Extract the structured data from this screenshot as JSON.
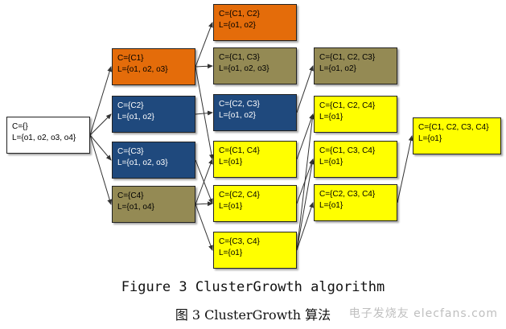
{
  "colors": {
    "empty": "#ffffff",
    "orange": "#e46c0a",
    "blue": "#1f497d",
    "olive": "#948a54",
    "yellow": "#ffff00"
  },
  "nodes": [
    {
      "id": "root",
      "c": "C={}",
      "l": "L={o1, o2, o3, o4}",
      "color": "empty"
    },
    {
      "id": "c1",
      "c": "C={C1}",
      "l": "L={o1, o2, o3}",
      "color": "orange"
    },
    {
      "id": "c2",
      "c": "C={C2}",
      "l": "L={o1, o2}",
      "color": "blue"
    },
    {
      "id": "c3",
      "c": "C={C3}",
      "l": "L={o1, o2, o3}",
      "color": "blue"
    },
    {
      "id": "c4",
      "c": "C={C4}",
      "l": "L={o1, o4}",
      "color": "olive"
    },
    {
      "id": "c12",
      "c": "C={C1, C2}",
      "l": "L={o1, o2}",
      "color": "orange"
    },
    {
      "id": "c13",
      "c": "C={C1, C3}",
      "l": "L={o1, o2, o3}",
      "color": "olive"
    },
    {
      "id": "c23",
      "c": "C={C2, C3}",
      "l": "L={o1, o2}",
      "color": "blue"
    },
    {
      "id": "c14",
      "c": "C={C1, C4}",
      "l": "L={o1}",
      "color": "yellow"
    },
    {
      "id": "c24",
      "c": "C={C2, C4}",
      "l": "L={o1}",
      "color": "yellow"
    },
    {
      "id": "c34",
      "c": "C={C3, C4}",
      "l": "L={o1}",
      "color": "yellow"
    },
    {
      "id": "c123",
      "c": "C={C1, C2, C3}",
      "l": "L={o1, o2}",
      "color": "olive"
    },
    {
      "id": "c124",
      "c": "C={C1, C2, C4}",
      "l": "L={o1}",
      "color": "yellow"
    },
    {
      "id": "c134",
      "c": "C={C1, C3, C4}",
      "l": "L={o1}",
      "color": "yellow"
    },
    {
      "id": "c234",
      "c": "C={C2, C3, C4}",
      "l": "L={o1}",
      "color": "yellow"
    },
    {
      "id": "c1234",
      "c": "C={C1, C2, C3, C4}",
      "l": "L={o1}",
      "color": "yellow"
    }
  ],
  "edges": [
    [
      "root",
      "c1"
    ],
    [
      "root",
      "c2"
    ],
    [
      "root",
      "c3"
    ],
    [
      "root",
      "c4"
    ],
    [
      "c1",
      "c12"
    ],
    [
      "c1",
      "c13"
    ],
    [
      "c1",
      "c14"
    ],
    [
      "c2",
      "c23"
    ],
    [
      "c3",
      "c24"
    ],
    [
      "c4",
      "c14"
    ],
    [
      "c4",
      "c24"
    ],
    [
      "c4",
      "c34"
    ],
    [
      "c23",
      "c123"
    ],
    [
      "c14",
      "c124"
    ],
    [
      "c24",
      "c134"
    ],
    [
      "c34",
      "c124"
    ],
    [
      "c34",
      "c134"
    ],
    [
      "c34",
      "c234"
    ],
    [
      "c234",
      "c1234"
    ]
  ],
  "caption_en": "Figure 3 ClusterGrowth algorithm",
  "caption_zh": "图 3 ClusterGrowth 算法",
  "watermark": "电子发烧友 elecfans.com"
}
